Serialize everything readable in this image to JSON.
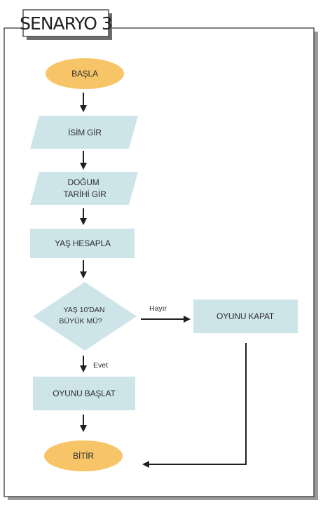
{
  "title": "SENARYO 3",
  "colors": {
    "terminal": "#f7c468",
    "process": "#cde5e9",
    "line": "#1f1f1f"
  },
  "nodes": {
    "start": "BAŞLA",
    "name_input": "İSİM GİR",
    "birth_input_line1": "DOĞUM",
    "birth_input_line2": "TARİHİ GİR",
    "calc": "YAŞ HESAPLA",
    "decision_line1": "YAŞ 10'DAN",
    "decision_line2": "BÜYÜK MÜ?",
    "close_game": "OYUNU KAPAT",
    "start_game": "OYUNU BAŞLAT",
    "end": "BİTİR"
  },
  "edges": {
    "no": "Hayır",
    "yes": "Evet"
  }
}
